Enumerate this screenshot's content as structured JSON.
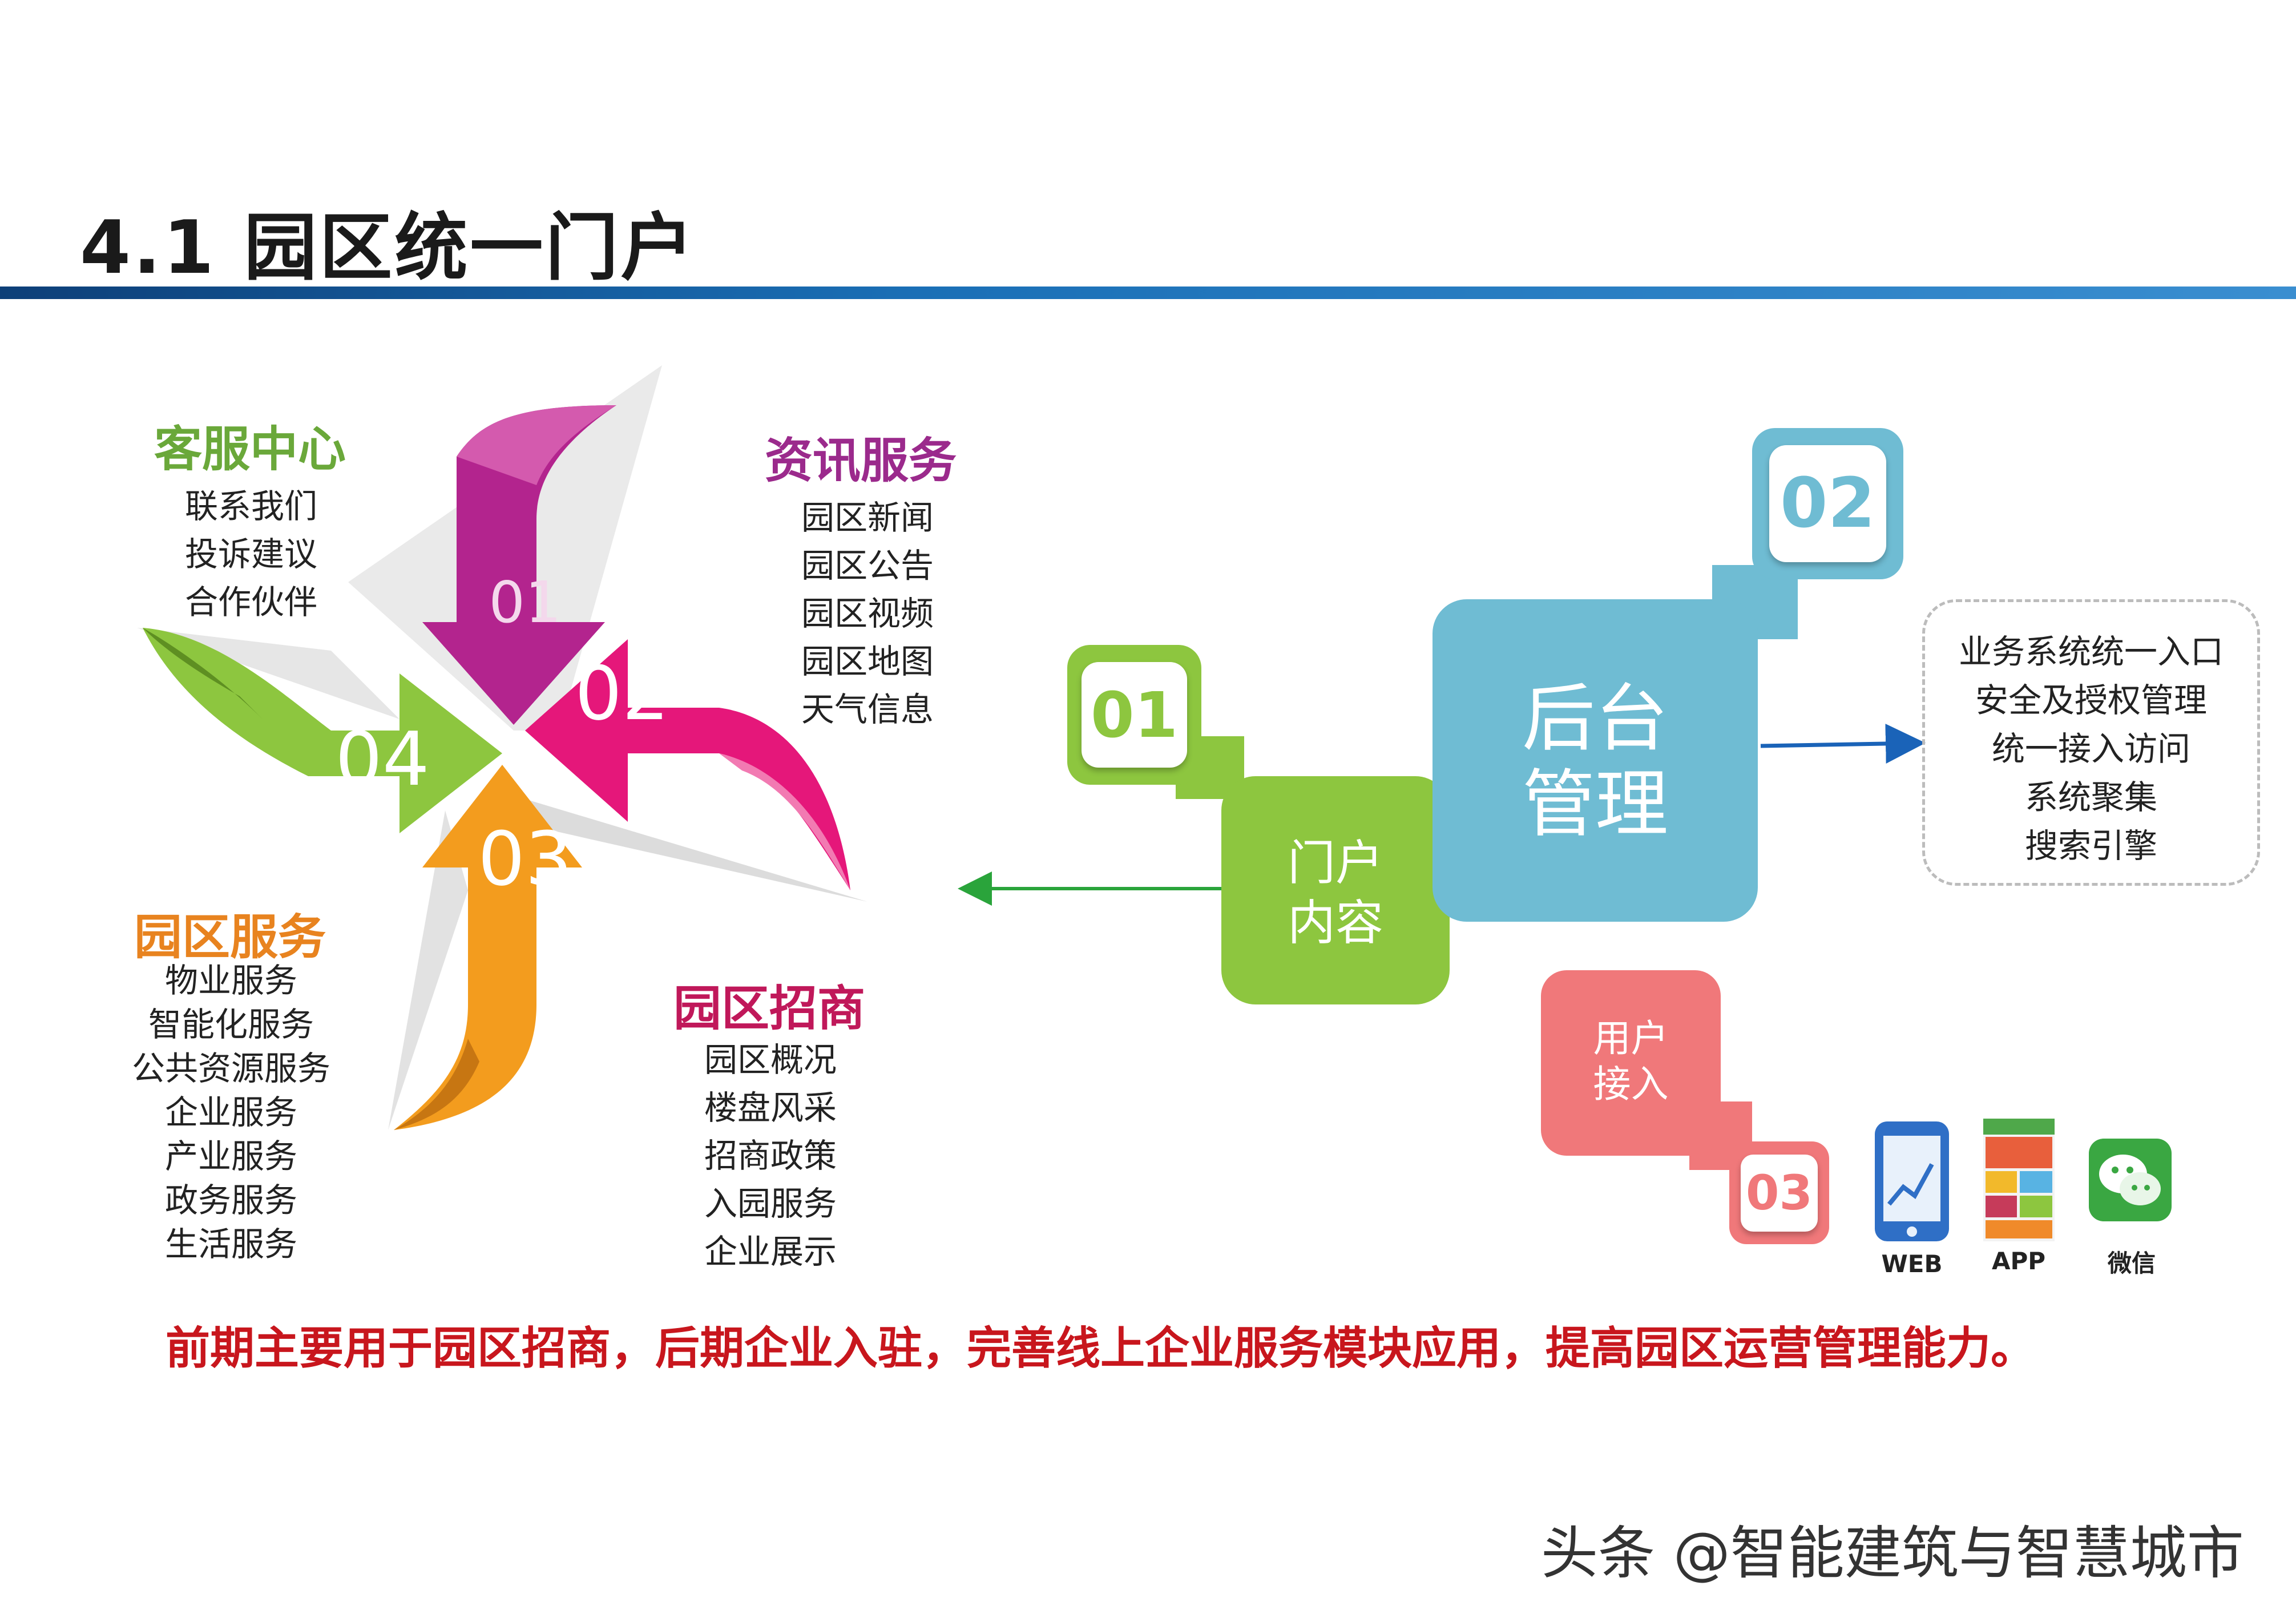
{
  "title": "4.1  园区统一门户",
  "pinwheel": {
    "blades": [
      {
        "number": "01",
        "color": "#b3248e"
      },
      {
        "number": "02",
        "color": "#e5177a"
      },
      {
        "number": "03",
        "color": "#f39c1e"
      },
      {
        "number": "04",
        "color": "#8dc63f"
      }
    ]
  },
  "categories": {
    "kefu": {
      "title": "客服中心",
      "color": "#6aa83a",
      "items": [
        "联系我们",
        "投诉建议",
        "合作伙伴"
      ]
    },
    "zixun": {
      "title": "资讯服务",
      "color": "#9b2a8c",
      "items": [
        "园区新闻",
        "园区公告",
        "园区视频",
        "园区地图",
        "天气信息"
      ]
    },
    "yuanqu_fuwu": {
      "title": "园区服务",
      "color": "#e8831f",
      "items": [
        "物业服务",
        "智能化服务",
        "公共资源服务",
        "企业服务",
        "产业服务",
        "政务服务",
        "生活服务"
      ]
    },
    "zhaoshang": {
      "title": "园区招商",
      "color": "#c0185a",
      "items": [
        "园区概况",
        "楼盘风采",
        "招商政策",
        "入园服务",
        "企业展示"
      ]
    }
  },
  "structure": {
    "portal": {
      "number": "01",
      "label_line1": "门户",
      "label_line2": "内容",
      "color": "#8dc63f"
    },
    "backend": {
      "number": "02",
      "label_line1": "后台",
      "label_line2": "管理",
      "color": "#6fbcd3"
    },
    "user": {
      "number": "03",
      "label_line1": "用户",
      "label_line2": "接入",
      "color": "#f0787a"
    }
  },
  "backend_features": [
    "业务系统统一入口",
    "安全及授权管理",
    "统一接入访问",
    "系统聚集",
    "搜索引擎"
  ],
  "access_channels": [
    {
      "label": "WEB",
      "icon": "web-phone-icon"
    },
    {
      "label": "APP",
      "icon": "app-screen-icon"
    },
    {
      "label": "微信",
      "icon": "wechat-icon"
    }
  ],
  "summary": "前期主要用于园区招商，后期企业入驻，完善线上企业服务模块应用，提高园区运营管理能力。",
  "watermark": "头条 @智能建筑与智慧城市"
}
